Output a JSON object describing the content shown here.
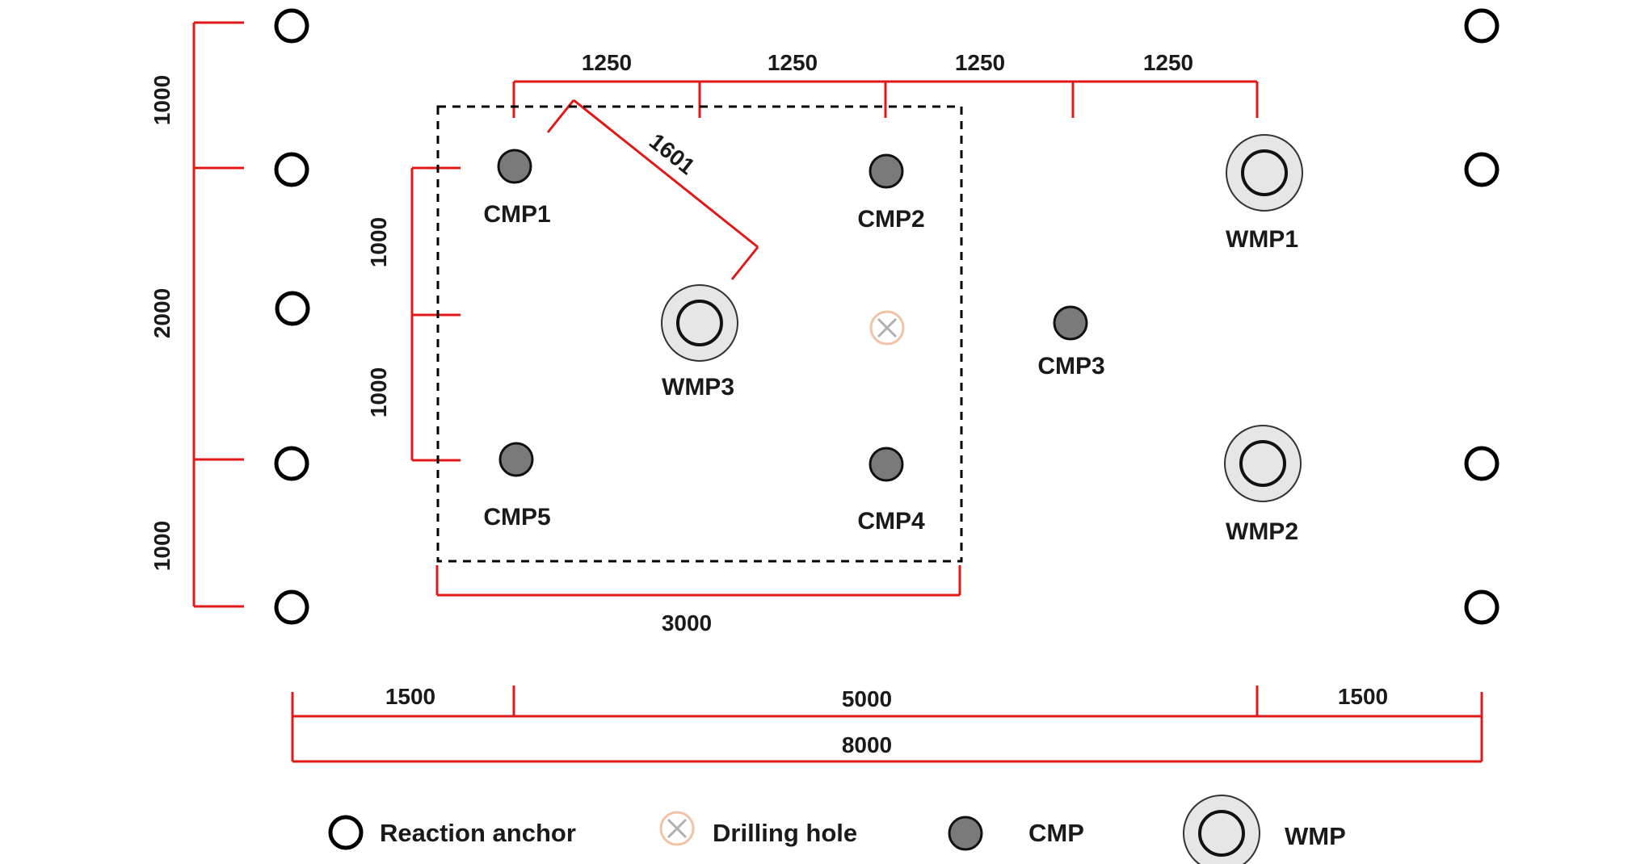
{
  "dimensions": {
    "left_top": "1000",
    "left_middle": "2000",
    "left_bottom": "1000",
    "inner_top": "1000",
    "inner_bottom": "1000",
    "top_spacing": [
      "1250",
      "1250",
      "1250",
      "1250"
    ],
    "diagonal": "1601",
    "box_width": "3000",
    "bottom_left": "1500",
    "bottom_middle": "5000",
    "bottom_right": "1500",
    "bottom_total": "8000"
  },
  "points": {
    "cmp1": "CMP1",
    "cmp2": "CMP2",
    "cmp3": "CMP3",
    "cmp4": "CMP4",
    "cmp5": "CMP5",
    "wmp1": "WMP1",
    "wmp2": "WMP2",
    "wmp3": "WMP3"
  },
  "legend": {
    "reaction_anchor": "Reaction anchor",
    "drilling_hole": "Drilling hole",
    "cmp": "CMP",
    "wmp": "WMP"
  },
  "colors": {
    "dimension_line": "#e01818",
    "cmp_fill": "#7a7a7a",
    "wmp_fill": "#e6e6e6"
  }
}
